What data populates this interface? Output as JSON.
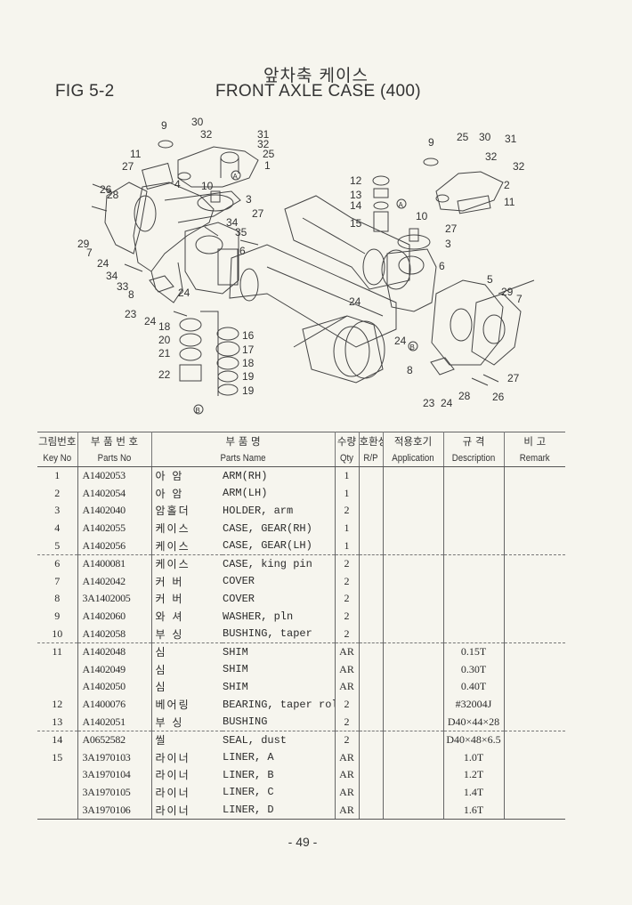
{
  "header": {
    "title_korean": "앞차축 케이스",
    "title_english": "FRONT AXLE CASE (400)",
    "figure_number": "FIG 5-2"
  },
  "diagram": {
    "callouts": [
      "1",
      "2",
      "3",
      "4",
      "5",
      "6",
      "7",
      "8",
      "9",
      "10",
      "11",
      "12",
      "13",
      "14",
      "15",
      "16",
      "17",
      "18",
      "19",
      "20",
      "21",
      "22",
      "23",
      "24",
      "25",
      "26",
      "27",
      "28",
      "29",
      "30",
      "31",
      "32",
      "33",
      "34",
      "35"
    ],
    "reference_marks": [
      "A",
      "B"
    ]
  },
  "table": {
    "columns": [
      {
        "ko": "그림번호",
        "en": "Key No"
      },
      {
        "ko": "부 품 번 호",
        "en": "Parts No"
      },
      {
        "ko": "부          품          명",
        "en": "Parts Name"
      },
      {
        "ko": "수량",
        "en": "Qty"
      },
      {
        "ko": "호환성",
        "en": "R/P"
      },
      {
        "ko": "적용호기",
        "en": "Application"
      },
      {
        "ko": "규   격",
        "en": "Description"
      },
      {
        "ko": "비 고",
        "en": "Remark"
      }
    ],
    "rows": [
      {
        "key": "1",
        "part_no": "A1402053",
        "name_ko": "아 암",
        "name_en": "ARM(RH)",
        "qty": "1",
        "rp": "",
        "application": "",
        "description": "",
        "remark": ""
      },
      {
        "key": "2",
        "part_no": "A1402054",
        "name_ko": "아 암",
        "name_en": "ARM(LH)",
        "qty": "1",
        "rp": "",
        "application": "",
        "description": "",
        "remark": ""
      },
      {
        "key": "3",
        "part_no": "A1402040",
        "name_ko": "암홀더",
        "name_en": "HOLDER, arm",
        "qty": "2",
        "rp": "",
        "application": "",
        "description": "",
        "remark": ""
      },
      {
        "key": "4",
        "part_no": "A1402055",
        "name_ko": "케이스",
        "name_en": "CASE, GEAR(RH)",
        "qty": "1",
        "rp": "",
        "application": "",
        "description": "",
        "remark": ""
      },
      {
        "key": "5",
        "part_no": "A1402056",
        "name_ko": "케이스",
        "name_en": "CASE, GEAR(LH)",
        "qty": "1",
        "rp": "",
        "application": "",
        "description": "",
        "remark": ""
      },
      {
        "key": "6",
        "part_no": "A1400081",
        "name_ko": "케이스",
        "name_en": "CASE, king pin",
        "qty": "2",
        "rp": "",
        "application": "",
        "description": "",
        "remark": "",
        "group_start": true
      },
      {
        "key": "7",
        "part_no": "A1402042",
        "name_ko": "커 버",
        "name_en": "COVER",
        "qty": "2",
        "rp": "",
        "application": "",
        "description": "",
        "remark": ""
      },
      {
        "key": "8",
        "part_no": "3A1402005",
        "name_ko": "커 버",
        "name_en": "COVER",
        "qty": "2",
        "rp": "",
        "application": "",
        "description": "",
        "remark": ""
      },
      {
        "key": "9",
        "part_no": "A1402060",
        "name_ko": "와 셔",
        "name_en": "WASHER, pln",
        "qty": "2",
        "rp": "",
        "application": "",
        "description": "",
        "remark": ""
      },
      {
        "key": "10",
        "part_no": "A1402058",
        "name_ko": "부 싱",
        "name_en": "BUSHING, taper",
        "qty": "2",
        "rp": "",
        "application": "",
        "description": "",
        "remark": ""
      },
      {
        "key": "11",
        "part_no": "A1402048",
        "name_ko": " 심",
        "name_en": "SHIM",
        "qty": "AR",
        "rp": "",
        "application": "",
        "description": "0.15T",
        "remark": "",
        "group_start": true
      },
      {
        "key": "",
        "part_no": "A1402049",
        "name_ko": " 심",
        "name_en": "SHIM",
        "qty": "AR",
        "rp": "",
        "application": "",
        "description": "0.30T",
        "remark": ""
      },
      {
        "key": "",
        "part_no": "A1402050",
        "name_ko": " 심",
        "name_en": "SHIM",
        "qty": "AR",
        "rp": "",
        "application": "",
        "description": "0.40T",
        "remark": ""
      },
      {
        "key": "12",
        "part_no": "A1400076",
        "name_ko": "베어링",
        "name_en": "BEARING, taper roller",
        "qty": "2",
        "rp": "",
        "application": "",
        "description": "#32004J",
        "remark": ""
      },
      {
        "key": "13",
        "part_no": "A1402051",
        "name_ko": "부 싱",
        "name_en": "BUSHING",
        "qty": "2",
        "rp": "",
        "application": "",
        "description": "D40×44×28",
        "remark": ""
      },
      {
        "key": "14",
        "part_no": "A0652582",
        "name_ko": " 씰",
        "name_en": "SEAL, dust",
        "qty": "2",
        "rp": "",
        "application": "",
        "description": "D40×48×6.5",
        "remark": "",
        "group_start": true
      },
      {
        "key": "15",
        "part_no": "3A1970103",
        "name_ko": "라이너",
        "name_en": "LINER, A",
        "qty": "AR",
        "rp": "",
        "application": "",
        "description": "1.0T",
        "remark": ""
      },
      {
        "key": "",
        "part_no": "3A1970104",
        "name_ko": "라이너",
        "name_en": "LINER, B",
        "qty": "AR",
        "rp": "",
        "application": "",
        "description": "1.2T",
        "remark": ""
      },
      {
        "key": "",
        "part_no": "3A1970105",
        "name_ko": "라이너",
        "name_en": "LINER, C",
        "qty": "AR",
        "rp": "",
        "application": "",
        "description": "1.4T",
        "remark": ""
      },
      {
        "key": "",
        "part_no": "3A1970106",
        "name_ko": "라이너",
        "name_en": "LINER, D",
        "qty": "AR",
        "rp": "",
        "application": "",
        "description": "1.6T",
        "remark": ""
      }
    ]
  },
  "footer": {
    "page_number": "- 49 -"
  }
}
